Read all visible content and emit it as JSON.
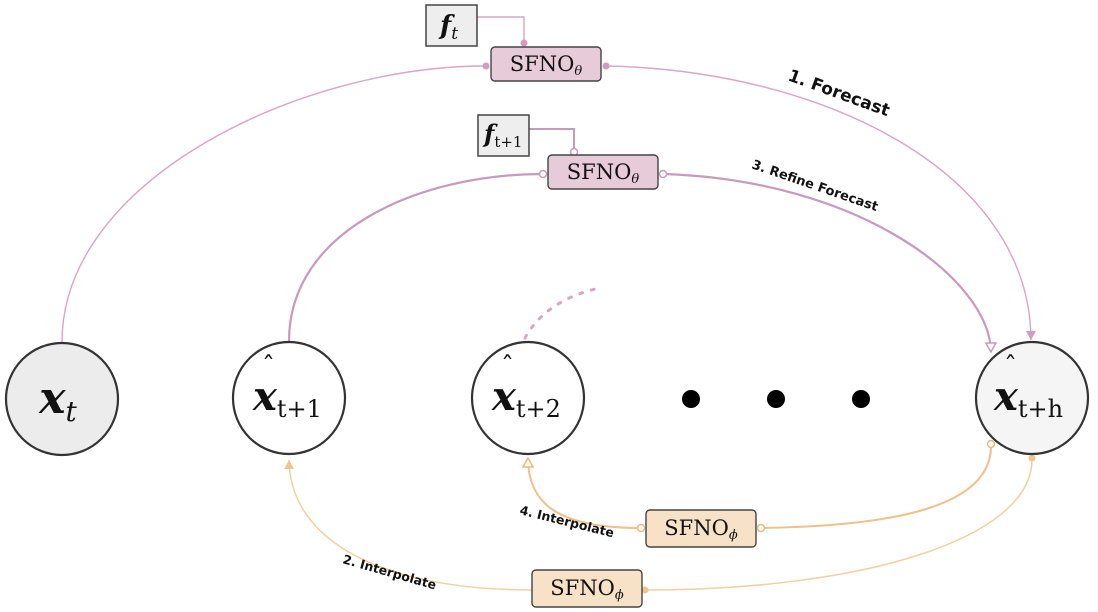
{
  "nodes": {
    "x_t": {
      "var": "x",
      "sub": "t",
      "hat": false
    },
    "x_t1": {
      "var": "x",
      "sub": "t+1",
      "hat": true
    },
    "x_t2": {
      "var": "x",
      "sub": "t+2",
      "hat": true
    },
    "x_th": {
      "var": "x",
      "sub": "t+h",
      "hat": true
    }
  },
  "forcings": {
    "f_t": {
      "var": "f",
      "sub": "t"
    },
    "f_t1": {
      "var": "f",
      "sub": "t+1"
    }
  },
  "models": {
    "forecast": {
      "name": "SFNO",
      "sub": "θ"
    },
    "refine": {
      "name": "SFNO",
      "sub": "θ"
    },
    "interp_long": {
      "name": "SFNO",
      "sub": "ϕ"
    },
    "interp_short": {
      "name": "SFNO",
      "sub": "ϕ"
    }
  },
  "steps": {
    "forecast": "1. Forecast",
    "interpolate_2": "2. Interpolate",
    "refine": "3. Refine Forecast",
    "interpolate_4": "4. Interpolate"
  },
  "colors": {
    "forecast_line": "#dba3c4",
    "refine_line": "#c89abc",
    "model_theta_fill": "#e7cbd9",
    "interp_line": "#f2cfa0",
    "model_phi_fill": "#f7e2c7",
    "node_start_fill": "#ececec",
    "node_fill": "#ffffff"
  }
}
